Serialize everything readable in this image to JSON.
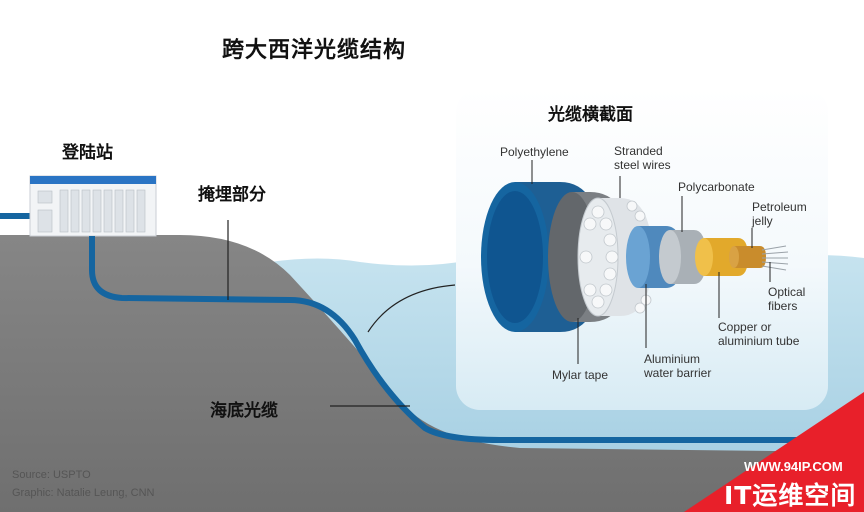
{
  "title": "跨大西洋光缆结构",
  "labels": {
    "landing_station": "登陆站",
    "buried_section": "掩埋部分",
    "subsea_cable": "海底光缆"
  },
  "cross_section": {
    "title": "光缆横截面",
    "layers": {
      "polyethylene": "Polyethylene",
      "stranded_steel_line1": "Stranded",
      "stranded_steel_line2": "steel wires",
      "polycarbonate": "Polycarbonate",
      "petroleum_line1": "Petroleum",
      "petroleum_line2": "jelly",
      "optical_line1": "Optical",
      "optical_line2": "fibers",
      "copper_line1": "Copper or",
      "copper_line2": "aluminium tube",
      "aluminium_line1": "Aluminium",
      "aluminium_line2": "water barrier",
      "mylar": "Mylar tape"
    }
  },
  "source": {
    "line1": "Source: USPTO",
    "line2": "Graphic: Natalie Leung, CNN"
  },
  "watermark": {
    "url": "WWW.94IP.COM",
    "name": "IT运维空间"
  },
  "colors": {
    "cable": "#1565a0",
    "water": "#b9dbe9",
    "ground": "#7d7d7d",
    "watermark": "#e8202a"
  }
}
